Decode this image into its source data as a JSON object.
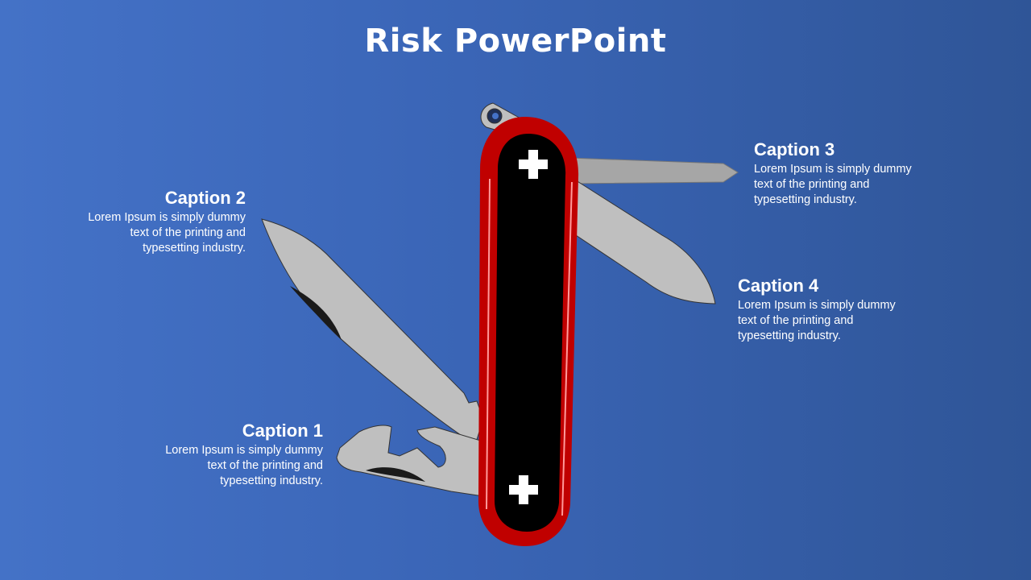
{
  "slide": {
    "title": "Risk PowerPoint"
  },
  "colors": {
    "background_start": "#4472c7",
    "background_end": "#2f5597",
    "knife_handle_red": "#c00000",
    "knife_inner_black": "#000000",
    "blade_gray": "#bfbfbf",
    "text_white": "#ffffff"
  },
  "illustration": {
    "name": "swiss-army-knife",
    "icons": [
      "cross-icon",
      "cross-icon"
    ]
  },
  "captions": [
    {
      "heading": "Caption 1",
      "body": "Lorem Ipsum  is simply dummy text of the printing and typesetting  industry."
    },
    {
      "heading": "Caption 2",
      "body": "Lorem Ipsum  is simply dummy text of the printing and typesetting  industry."
    },
    {
      "heading": "Caption 3",
      "body": "Lorem Ipsum  is simply dummy text of the printing and typesetting  industry."
    },
    {
      "heading": "Caption 4",
      "body": "Lorem Ipsum  is simply dummy text of the printing and typesetting  industry."
    }
  ]
}
